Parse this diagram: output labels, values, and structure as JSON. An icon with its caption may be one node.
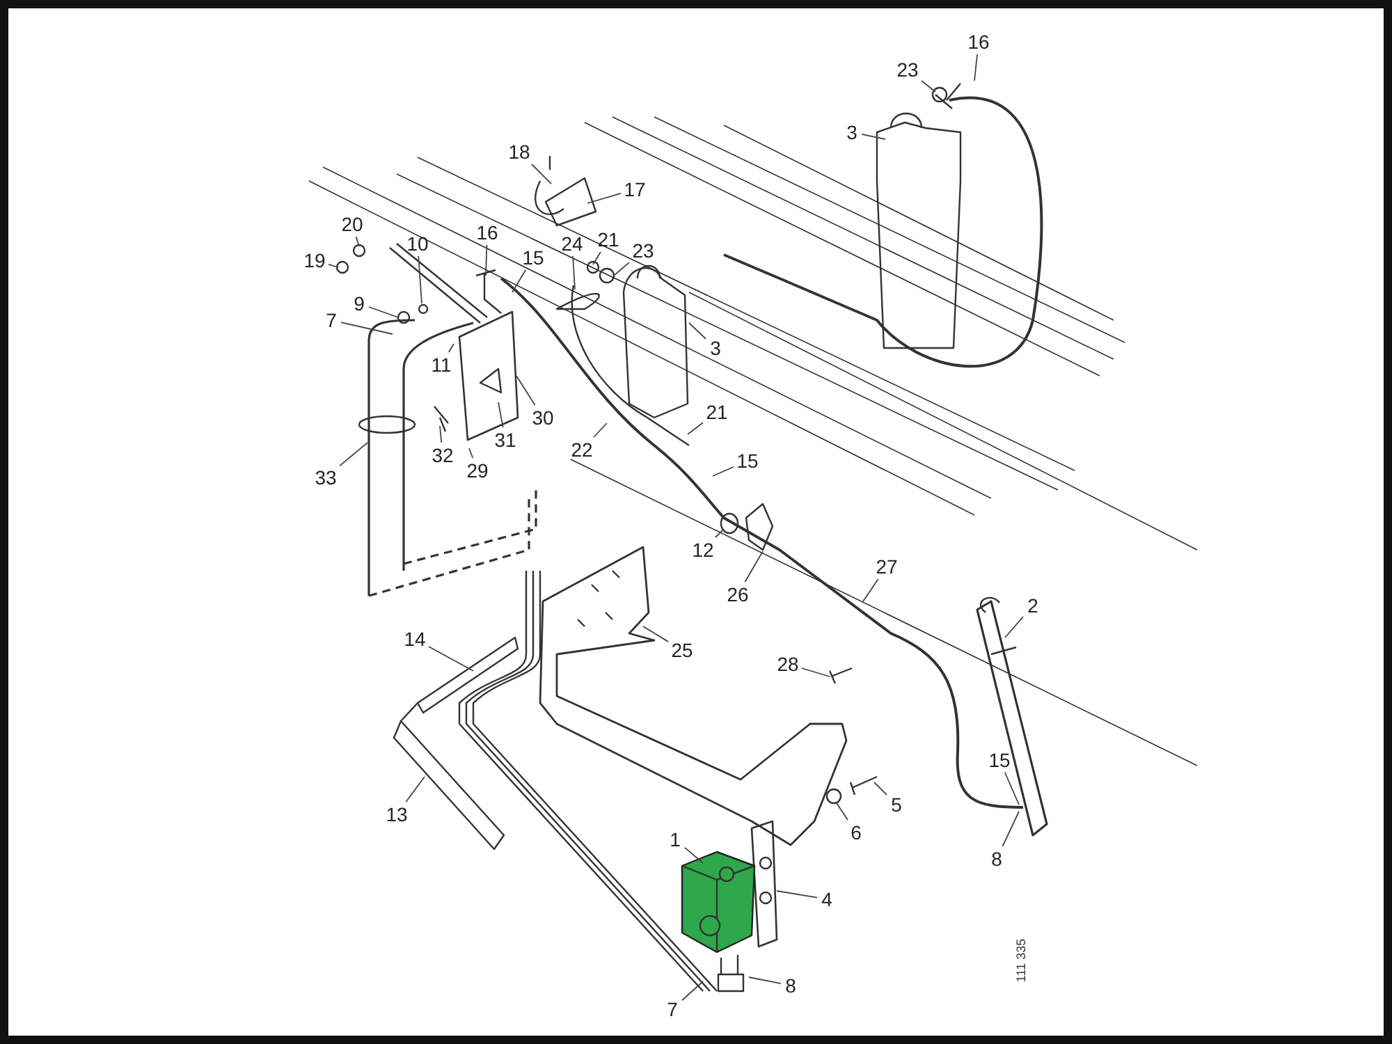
{
  "diagram": {
    "nodes": [
      {
        "text": [
          "1"
        ]
      },
      {
        "text": [
          "2"
        ]
      },
      {
        "text": [
          "3"
        ]
      },
      {
        "text": [
          "3"
        ]
      },
      {
        "text": [
          "4"
        ]
      },
      {
        "text": [
          "5"
        ]
      },
      {
        "text": [
          "6"
        ]
      },
      {
        "text": [
          "7"
        ]
      },
      {
        "text": [
          "7"
        ]
      },
      {
        "text": [
          "8"
        ]
      },
      {
        "text": [
          "8"
        ]
      },
      {
        "text": [
          "9"
        ]
      },
      {
        "text": [
          "10"
        ]
      },
      {
        "text": [
          "11"
        ]
      },
      {
        "text": [
          "12"
        ]
      },
      {
        "text": [
          "13"
        ]
      },
      {
        "text": [
          "14"
        ]
      },
      {
        "text": [
          "15"
        ]
      },
      {
        "text": [
          "15"
        ]
      },
      {
        "text": [
          "15"
        ]
      },
      {
        "text": [
          "16"
        ]
      },
      {
        "text": [
          "16"
        ]
      },
      {
        "text": [
          "17"
        ]
      },
      {
        "text": [
          "18"
        ]
      },
      {
        "text": [
          "19"
        ]
      },
      {
        "text": [
          "20"
        ]
      },
      {
        "text": [
          "21"
        ]
      },
      {
        "text": [
          "21"
        ]
      },
      {
        "text": [
          "22"
        ]
      },
      {
        "text": [
          "23"
        ]
      },
      {
        "text": [
          "23"
        ]
      },
      {
        "text": [
          "24"
        ]
      },
      {
        "text": [
          "25"
        ]
      },
      {
        "text": [
          "26"
        ]
      },
      {
        "text": [
          "27"
        ]
      },
      {
        "text": [
          "28"
        ]
      },
      {
        "text": [
          "29"
        ]
      },
      {
        "text": [
          "30"
        ]
      },
      {
        "text": [
          "31"
        ]
      },
      {
        "text": [
          "32"
        ]
      },
      {
        "text": [
          "33"
        ]
      }
    ],
    "edges": [
      {
        "from": 0,
        "to": null,
        "arrow": "none"
      },
      {
        "from": 1,
        "to": null,
        "arrow": "none"
      },
      {
        "from": 2,
        "to": null,
        "arrow": "none"
      },
      {
        "from": 3,
        "to": null,
        "arrow": "none"
      },
      {
        "from": 4,
        "to": null,
        "arrow": "none"
      },
      {
        "from": 5,
        "to": null,
        "arrow": "none"
      },
      {
        "from": 6,
        "to": null,
        "arrow": "none"
      },
      {
        "from": 7,
        "to": null,
        "arrow": "none"
      },
      {
        "from": 8,
        "to": null,
        "arrow": "none"
      },
      {
        "from": 9,
        "to": null,
        "arrow": "none"
      },
      {
        "from": 10,
        "to": null,
        "arrow": "none"
      },
      {
        "from": 11,
        "to": null,
        "arrow": "none"
      },
      {
        "from": 12,
        "to": null,
        "arrow": "none"
      },
      {
        "from": 13,
        "to": null,
        "arrow": "none"
      },
      {
        "from": 14,
        "to": null,
        "arrow": "none"
      },
      {
        "from": 15,
        "to": null,
        "arrow": "none"
      },
      {
        "from": 16,
        "to": null,
        "arrow": "none"
      },
      {
        "from": 17,
        "to": null,
        "arrow": "none"
      },
      {
        "from": 18,
        "to": null,
        "arrow": "none"
      },
      {
        "from": 19,
        "to": null,
        "arrow": "none"
      },
      {
        "from": 20,
        "to": null,
        "arrow": "none"
      },
      {
        "from": 21,
        "to": null,
        "arrow": "none"
      },
      {
        "from": 22,
        "to": null,
        "arrow": "none"
      },
      {
        "from": 23,
        "to": null,
        "arrow": "none"
      },
      {
        "from": 24,
        "to": null,
        "arrow": "none"
      },
      {
        "from": 25,
        "to": null,
        "arrow": "none"
      },
      {
        "from": 26,
        "to": null,
        "arrow": "none"
      },
      {
        "from": 27,
        "to": null,
        "arrow": "none"
      },
      {
        "from": 28,
        "to": null,
        "arrow": "none"
      },
      {
        "from": 29,
        "to": null,
        "arrow": "none"
      },
      {
        "from": 30,
        "to": null,
        "arrow": "none"
      },
      {
        "from": 31,
        "to": null,
        "arrow": "none"
      },
      {
        "from": 32,
        "to": null,
        "arrow": "none"
      },
      {
        "from": 33,
        "to": null,
        "arrow": "none"
      },
      {
        "from": 34,
        "to": null,
        "arrow": "none"
      },
      {
        "from": 35,
        "to": null,
        "arrow": "none"
      },
      {
        "from": 36,
        "to": null,
        "arrow": "none"
      },
      {
        "from": 37,
        "to": null,
        "arrow": "none"
      },
      {
        "from": 38,
        "to": null,
        "arrow": "none"
      },
      {
        "from": 39,
        "to": null,
        "arrow": "none"
      },
      {
        "from": 40,
        "to": null,
        "arrow": "none"
      }
    ],
    "labels": [
      "111 335"
    ]
  }
}
